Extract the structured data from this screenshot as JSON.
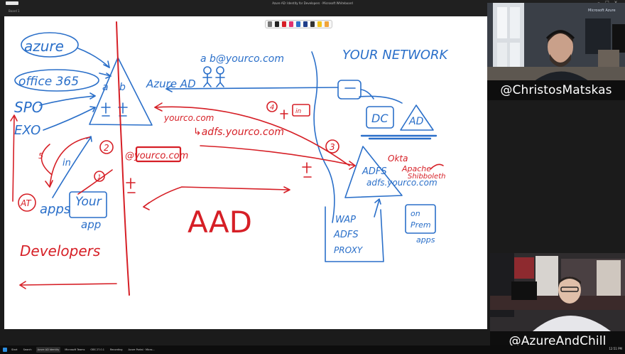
{
  "window": {
    "title": "Azure AD: Identity for Developers · Microsoft Whiteboard",
    "tab_label": "Board 1"
  },
  "toolbar": {
    "tools": [
      {
        "name": "lasso-icon",
        "color": "#777777"
      },
      {
        "name": "pen-black",
        "color": "#222222"
      },
      {
        "name": "pen-red",
        "color": "#d61f26"
      },
      {
        "name": "pen-pink",
        "color": "#e0306e"
      },
      {
        "name": "pen-blue",
        "color": "#2a6fc9"
      },
      {
        "name": "pen-navy",
        "color": "#1f3e8a"
      },
      {
        "name": "pen-dark",
        "color": "#333333"
      },
      {
        "name": "highlighter",
        "color": "#f2c21b"
      },
      {
        "name": "eraser",
        "color": "#f0a43a"
      }
    ]
  },
  "board": {
    "ink_blue": "#2a6fc9",
    "ink_red": "#d61f26",
    "labels": {
      "azure": "azure",
      "office365": "office 365",
      "spo": "SPO",
      "exo": "EXO",
      "azure_ad": "Azure AD",
      "user_a": "a",
      "user_b": "b",
      "user_email": "a  b@yourco.com",
      "your_network": "YOUR NETWORK",
      "dc": "DC",
      "ad": "AD",
      "yourco_com": "yourco.com",
      "adfs_yourco": "↳adfs.yourco.com",
      "at_yourco": "@yourco.com",
      "adfs": "ADFS",
      "adfs_url": "adfs.yourco.com",
      "okta": "Okta",
      "apache": "Apache",
      "shibboleth": "Shibboleth",
      "at": "AT",
      "apps": "apps",
      "your_app_top": "Your",
      "your_app_bottom": "app",
      "step1": "1",
      "step2": "2",
      "step3": "3",
      "step4": "4",
      "step5": "5",
      "in1": "in",
      "in2": "in",
      "wap1": "WAP",
      "wap2": "ADFS",
      "wap3": "PROXY",
      "onprem1": "on",
      "onprem2": "Prem",
      "onprem3": "apps",
      "aad": "AAD",
      "developers": "Developers"
    }
  },
  "cams": {
    "top_name": "@ChristosMatskas",
    "bottom_name": "@AzureAndChill",
    "top_brand": "Microsoft Azure"
  },
  "taskbar": {
    "items": [
      "Start",
      "Search",
      "Azure AD Identity",
      "Microsoft Teams",
      "OBS 27.0.1",
      "Recording",
      "Azure Portal · Micro..."
    ],
    "clock": "12:51 PM"
  }
}
